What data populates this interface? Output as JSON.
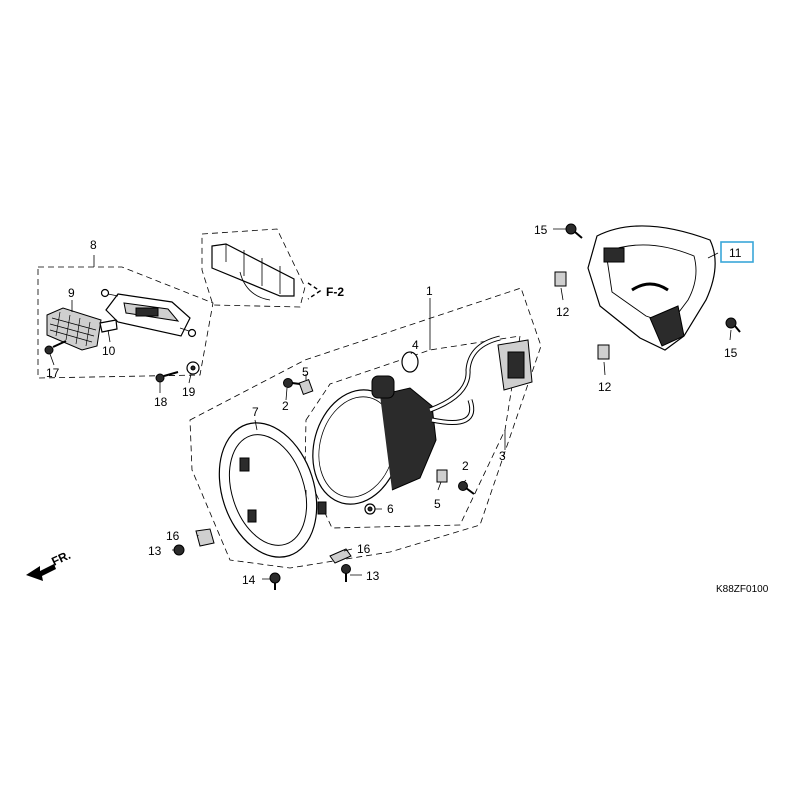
{
  "labels": {
    "p1": "1",
    "p2a": "2",
    "p2b": "2",
    "p3": "3",
    "p4": "4",
    "p5a": "5",
    "p5b": "5",
    "p6": "6",
    "p7": "7",
    "p8": "8",
    "p9": "9",
    "p10": "10",
    "p11": "11",
    "p12a": "12",
    "p12b": "12",
    "p13a": "13",
    "p13b": "13",
    "p14": "14",
    "p15a": "15",
    "p15b": "15",
    "p16a": "16",
    "p16b": "16",
    "p17": "17",
    "p18": "18",
    "p19": "19"
  },
  "ref_label": "F-2",
  "front_label": "FR.",
  "diagram_code": "K88ZF0100",
  "highlight_color": "#3aa7d8"
}
